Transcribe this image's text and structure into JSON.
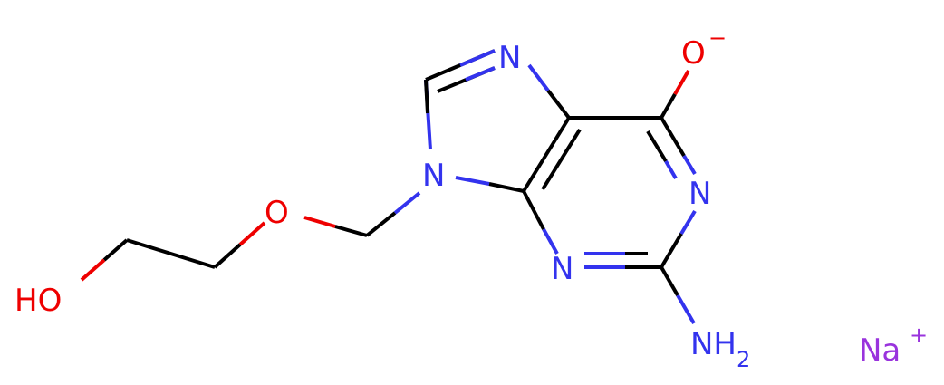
{
  "atoms": {
    "n7": "N",
    "n9": "N",
    "n1": "N",
    "n3": "N",
    "o6": "O",
    "o6_charge": "−",
    "o_ether": "O",
    "ho": "HO",
    "nh2_main": "NH",
    "nh2_sub": "2",
    "na": "Na",
    "na_charge": "+"
  },
  "colors": {
    "carbon_bond": "#000000",
    "nitrogen": "#3333ee",
    "oxygen": "#ee0000",
    "sodium": "#9933dd",
    "background": "#ffffff"
  }
}
